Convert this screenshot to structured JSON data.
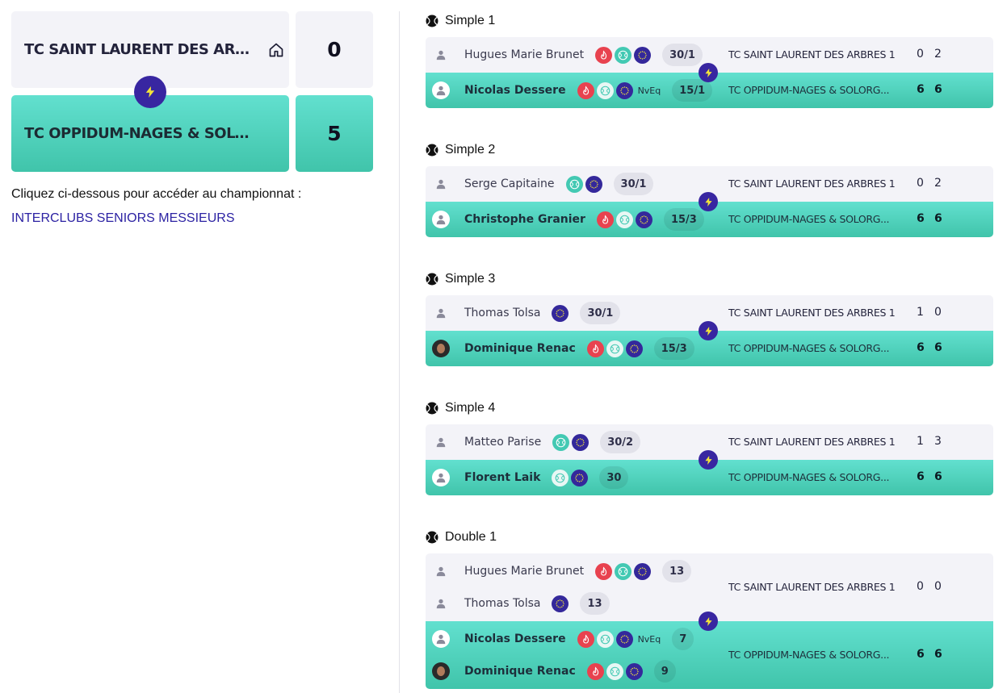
{
  "summary": {
    "home": {
      "team": "TC SAINT LAURENT DES ARBR...",
      "score": "0"
    },
    "away": {
      "team": "TC OPPIDUM-NAGES & SOLORG...",
      "score": "5"
    }
  },
  "championship": {
    "intro": "Cliquez ci-dessous pour accéder au championnat :",
    "link": "INTERCLUBS SENIORS MESSIEURS"
  },
  "icons": {
    "home": "house-icon",
    "bolt": "lightning-icon",
    "ball": "tennis-ball-icon",
    "player": "user-icon",
    "badge_red": "fire-badge-icon",
    "badge_teal": "tennis-ball-badge-icon",
    "badge_blue": "stars-badge-icon"
  },
  "colors": {
    "accent": "#3826a1",
    "winner_row": "#4fd3bd",
    "loser_row": "#f3f3f8",
    "link": "#2c22a3"
  },
  "matches": [
    {
      "title": "Simple 1",
      "home": {
        "players": [
          {
            "name": "Hugues Marie Brunet",
            "badges": [
              "red",
              "teal",
              "blue"
            ],
            "rank": "30/1"
          }
        ],
        "club": "TC SAINT LAURENT DES ARBRES 1",
        "sets": [
          "0",
          "2"
        ]
      },
      "away": {
        "players": [
          {
            "name": "Nicolas Dessere",
            "badges": [
              "red",
              "teal",
              "blue"
            ],
            "extra": "NvEq",
            "rank": "15/1"
          }
        ],
        "club": "TC OPPIDUM-NAGES & SOLORG...",
        "sets": [
          "6",
          "6"
        ]
      }
    },
    {
      "title": "Simple 2",
      "home": {
        "players": [
          {
            "name": "Serge Capitaine",
            "badges": [
              "teal",
              "blue"
            ],
            "rank": "30/1"
          }
        ],
        "club": "TC SAINT LAURENT DES ARBRES 1",
        "sets": [
          "0",
          "2"
        ]
      },
      "away": {
        "players": [
          {
            "name": "Christophe Granier",
            "badges": [
              "red",
              "teal",
              "blue"
            ],
            "rank": "15/3"
          }
        ],
        "club": "TC OPPIDUM-NAGES & SOLORG...",
        "sets": [
          "6",
          "6"
        ]
      }
    },
    {
      "title": "Simple 3",
      "home": {
        "players": [
          {
            "name": "Thomas Tolsa",
            "badges": [
              "blue"
            ],
            "rank": "30/1"
          }
        ],
        "club": "TC SAINT LAURENT DES ARBRES 1",
        "sets": [
          "1",
          "0"
        ]
      },
      "away": {
        "players": [
          {
            "name": "Dominique Renac",
            "badges": [
              "red",
              "teal",
              "blue"
            ],
            "rank": "15/3",
            "photo": true
          }
        ],
        "club": "TC OPPIDUM-NAGES & SOLORG...",
        "sets": [
          "6",
          "6"
        ]
      }
    },
    {
      "title": "Simple 4",
      "home": {
        "players": [
          {
            "name": "Matteo Parise",
            "badges": [
              "teal",
              "blue"
            ],
            "rank": "30/2"
          }
        ],
        "club": "TC SAINT LAURENT DES ARBRES 1",
        "sets": [
          "1",
          "3"
        ]
      },
      "away": {
        "players": [
          {
            "name": "Florent Laik",
            "badges": [
              "teal",
              "blue"
            ],
            "rank": "30"
          }
        ],
        "club": "TC OPPIDUM-NAGES & SOLORG...",
        "sets": [
          "6",
          "6"
        ]
      }
    },
    {
      "title": "Double 1",
      "home": {
        "players": [
          {
            "name": "Hugues Marie Brunet",
            "badges": [
              "red",
              "teal",
              "blue"
            ],
            "rank": "13"
          },
          {
            "name": "Thomas Tolsa",
            "badges": [
              "blue"
            ],
            "rank": "13"
          }
        ],
        "club": "TC SAINT LAURENT DES ARBRES 1",
        "sets": [
          "0",
          "0"
        ]
      },
      "away": {
        "players": [
          {
            "name": "Nicolas Dessere",
            "badges": [
              "red",
              "teal",
              "blue"
            ],
            "extra": "NvEq",
            "rank": "7"
          },
          {
            "name": "Dominique Renac",
            "badges": [
              "red",
              "teal",
              "blue"
            ],
            "rank": "9",
            "photo": true
          }
        ],
        "club": "TC OPPIDUM-NAGES & SOLORG...",
        "sets": [
          "6",
          "6"
        ]
      }
    }
  ]
}
